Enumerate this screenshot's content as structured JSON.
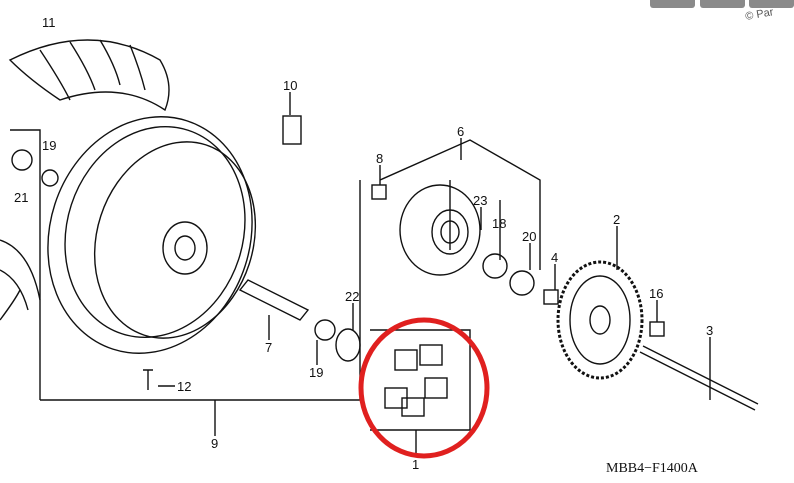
{
  "diagram": {
    "part_labels": {
      "p11": "11",
      "p10": "10",
      "p6": "6",
      "p19a": "19",
      "p8": "8",
      "p21": "21",
      "p23": "23",
      "p18": "18",
      "p20": "20",
      "p2": "2",
      "p4": "4",
      "p22": "22",
      "p16": "16",
      "p3": "3",
      "p7": "7",
      "p19b": "19",
      "p12": "12",
      "p9": "9",
      "p1": "1"
    },
    "drawing_code": "MBB4−F1400A",
    "watermark": "© Par",
    "highlight_color": "#e0201f"
  }
}
